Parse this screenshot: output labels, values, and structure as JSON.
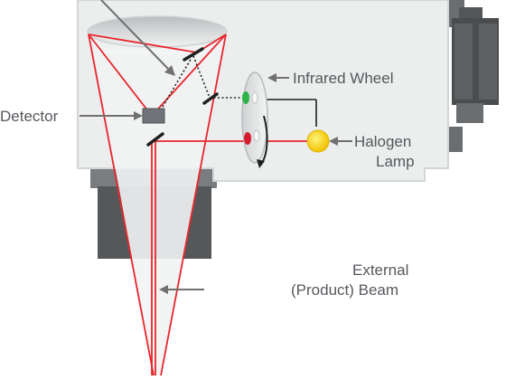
{
  "labels": {
    "detector": "Detector",
    "infrared_wheel": "Infrared Wheel",
    "halogen_lamp_line1": "Halogen",
    "halogen_lamp_line2": "Lamp",
    "external_beam_line1": "External",
    "external_beam_line2": "(Product) Beam"
  },
  "colors": {
    "housing": "#eceeee",
    "housing_edge": "#d2d5d6",
    "dark_block": "#555759",
    "beam": "#e8262d",
    "lamp": "#f7cf12",
    "label_text": "#55585c",
    "leader_line": "#707070",
    "wheel_filter_green": "#2db34a",
    "wheel_filter_red": "#d7192c"
  }
}
